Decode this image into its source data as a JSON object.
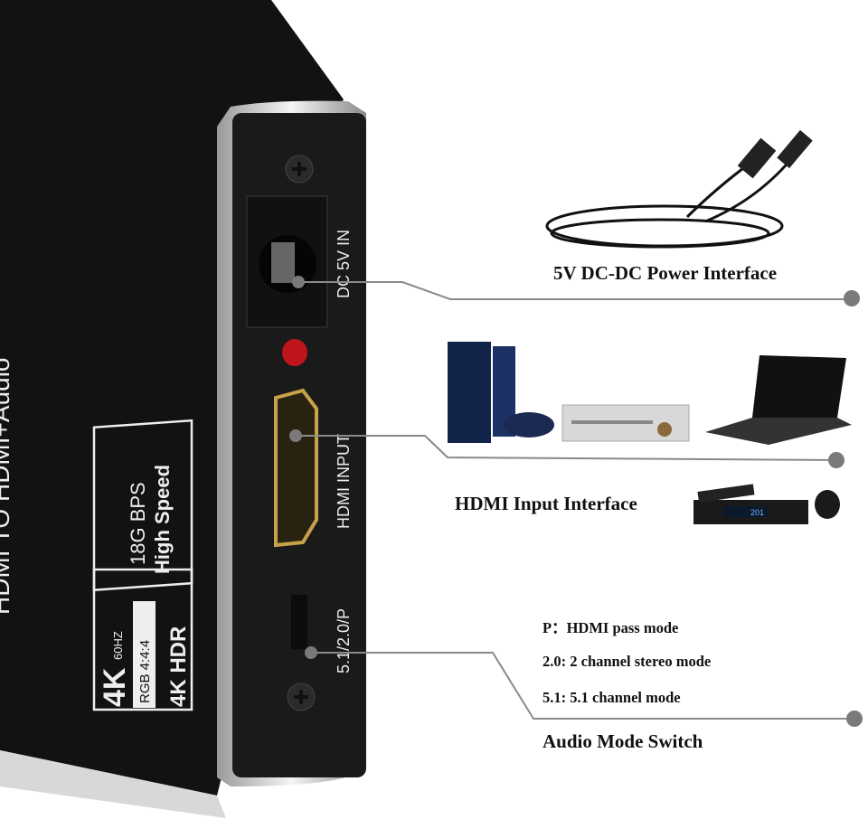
{
  "device": {
    "side_text": "HDMI TO HDMI+Audio",
    "badge_speed_line1": "18G BPS",
    "badge_speed_line2": "High Speed",
    "badge_4k": "4K",
    "badge_60hz": "60HZ",
    "badge_rgb": "RGB 4:4:4",
    "badge_hdr": "4K  HDR",
    "port_dc": "DC 5V IN",
    "port_hdmi": "HDMI INPUT",
    "port_switch": "5.1/2.0/P"
  },
  "callouts": {
    "power": "5V DC-DC Power Interface",
    "hdmi": "HDMI Input Interface",
    "audio_title": "Audio Mode Switch",
    "audio_modes": [
      "P：HDMI pass mode",
      "2.0: 2 channel stereo mode",
      "5.1: 5.1 channel mode"
    ]
  },
  "tv_box_display": "201",
  "colors": {
    "device": "#151515",
    "line": "#8a8a8a",
    "dot": "#7a7a7a",
    "led": "#c0141c",
    "hdmi_gold": "#c8a24a"
  }
}
